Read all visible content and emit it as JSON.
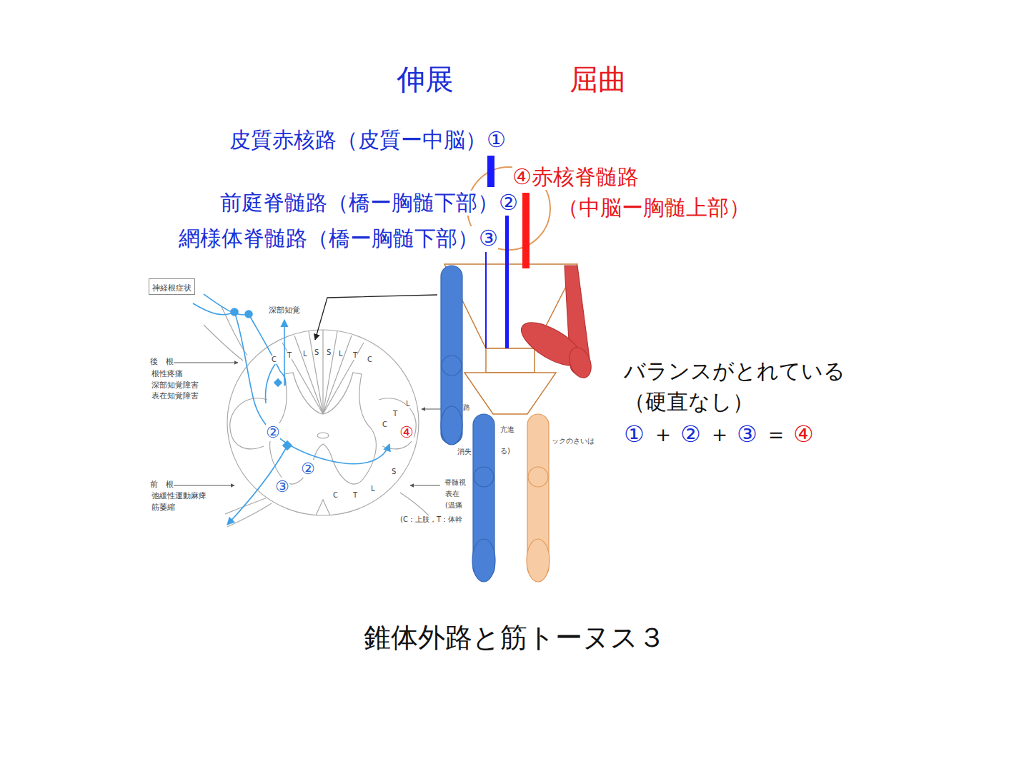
{
  "diagram": {
    "caption": "錐体外路と筋トーヌス３",
    "nodes": [
      {
        "text": [
          "神経根症状"
        ]
      }
    ],
    "labels": [
      "伸展",
      "屈曲",
      "皮質赤核路（皮質ー中脳）①",
      "④赤核脊髄路",
      "前庭脊髄路（橋ー胸髄下部）②",
      "（中脳ー胸髄上部）",
      "網様体脊髄路（橋ー胸髄下部）③",
      "バランスがとれている",
      "（硬直なし）",
      "①",
      "＋",
      "②",
      "＋",
      "③",
      "＝",
      "④",
      "深部知覚",
      "後　根",
      "根性疼痛",
      "深部知覚障害",
      "表在知覚障害",
      "前　根",
      "弛緩性運動麻痺",
      "筋萎縮",
      "C",
      "T",
      "L",
      "S",
      "S",
      "L",
      "T",
      "C",
      "L",
      "T",
      "C",
      "S",
      "C",
      "T",
      "L",
      "路",
      "亢進",
      "消失",
      "る)",
      "ックのさいは",
      "脊髄視",
      "表在",
      "(温痛",
      "(C：上肢，T：体幹",
      "②",
      "②",
      "③",
      "④"
    ]
  }
}
